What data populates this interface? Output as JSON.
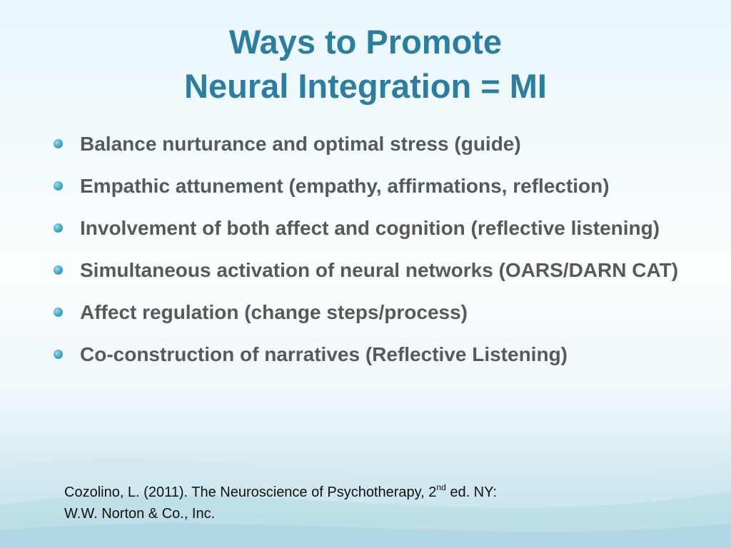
{
  "slide": {
    "title_line1": "Ways to Promote",
    "title_line2": "Neural Integration = MI"
  },
  "bullets": [
    {
      "text": "Balance nurturance and optimal stress (guide)"
    },
    {
      "text": "Empathic attunement (empathy, affirmations, reflection)"
    },
    {
      "text": "Involvement of both affect and cognition (reflective listening)"
    },
    {
      "text": "Simultaneous activation of neural networks (OARS/DARN CAT)"
    },
    {
      "text": "Affect regulation (change steps/process)"
    },
    {
      "text": "Co-construction of narratives (Reflective Listening)"
    }
  ],
  "citation": {
    "part1": "Cozolino, L. (2011).  The Neuroscience of Psychotherapy, 2",
    "sup": "nd",
    "part2": " ed. NY:",
    "line2": "W.W. Norton & Co., Inc."
  },
  "colors": {
    "title": "#2c7ea0",
    "body_text": "#595959",
    "bullet": "#3da6c8"
  }
}
